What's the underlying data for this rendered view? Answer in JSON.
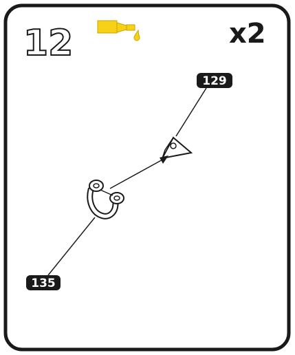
{
  "step": {
    "number": "12",
    "multiplier": "x2"
  },
  "parts": {
    "upper_label": "129",
    "lower_label": "135"
  },
  "icons": {
    "glue": "glue-tube-icon",
    "glue_color": "#f7d117"
  },
  "colors": {
    "outline": "#1a1a1a",
    "badge_fill": "#1a1a1a",
    "badge_text": "#ffffff",
    "card_fill": "#ffffff"
  }
}
